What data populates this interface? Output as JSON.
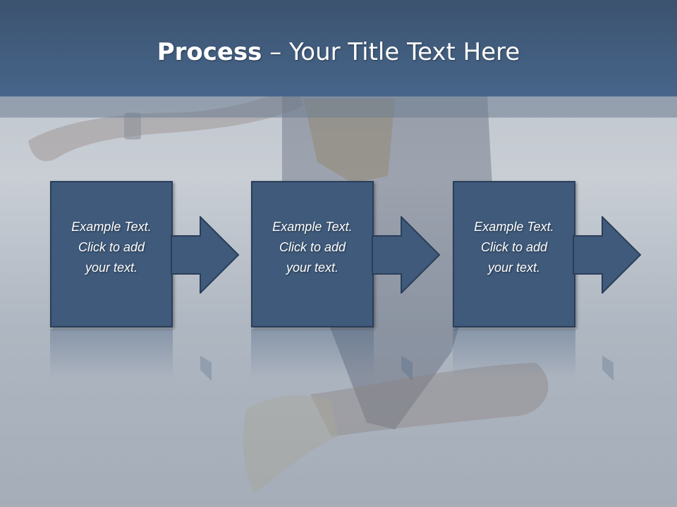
{
  "title": {
    "bold": "Process",
    "rest": " – Your Title Text Here"
  },
  "steps": [
    {
      "line1": "Example Text.",
      "line2": "Click  to add",
      "line3": "your text."
    },
    {
      "line1": "Example Text.",
      "line2": "Click  to add",
      "line3": "your text."
    },
    {
      "line1": "Example Text.",
      "line2": "Click  to add",
      "line3": "your text."
    }
  ],
  "colors": {
    "title_bar": "#46658a",
    "box_fill": "#3f5a7b",
    "box_border": "#2a3e58",
    "text": "#ffffff"
  }
}
